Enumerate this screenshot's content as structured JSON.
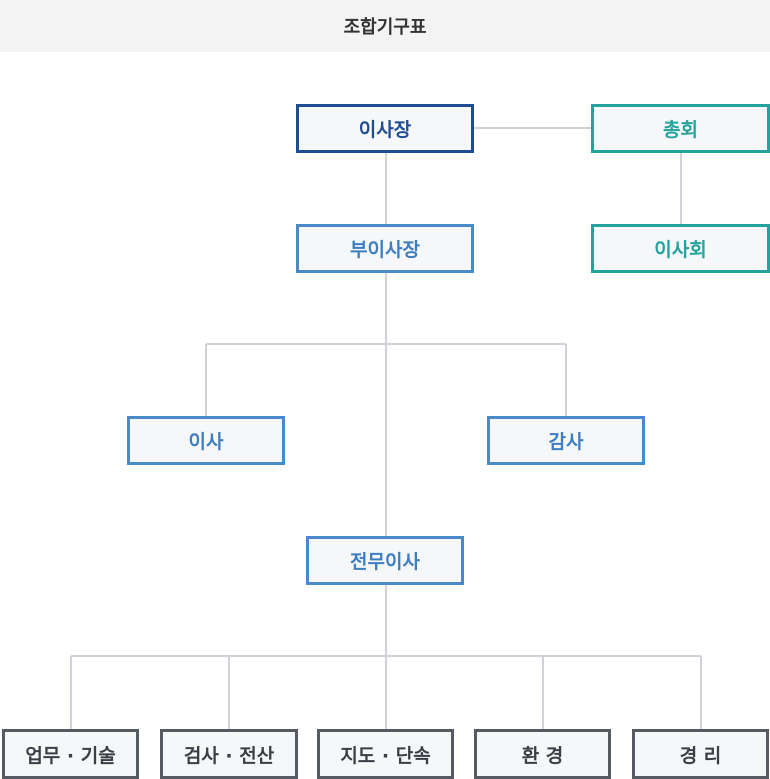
{
  "header": {
    "title": "조합기구표"
  },
  "org": {
    "chairman": "이사장",
    "general_assembly": "총회",
    "board": "이사회",
    "vice_chairman": "부이사장",
    "director": "이사",
    "auditor": "감사",
    "managing_director": "전무이사",
    "departments": [
      "업무 · 기술",
      "검사 · 전산",
      "지도 · 단속",
      "환 경",
      "경 리"
    ]
  }
}
